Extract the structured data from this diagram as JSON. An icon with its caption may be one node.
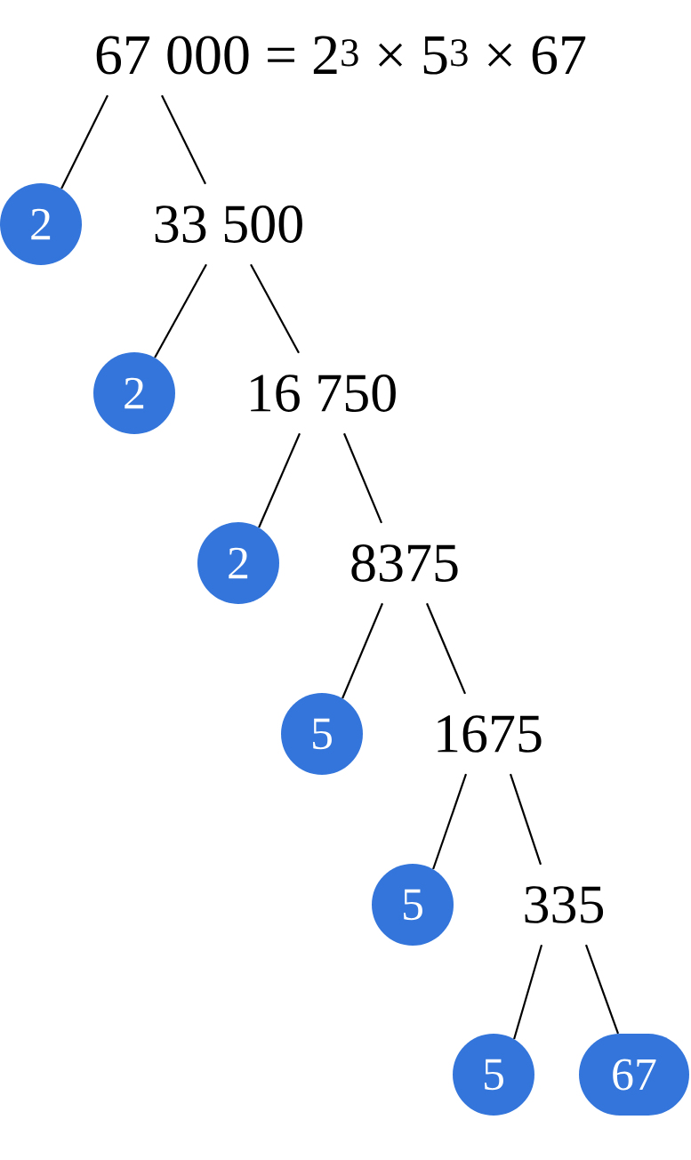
{
  "diagram": {
    "nodes": [
      {
        "text": [
          "67 000 = 2$^{3}$ × 5$^{3}$ × 67"
        ]
      },
      {
        "text": [
          "2"
        ]
      },
      {
        "text": [
          "33 500"
        ]
      },
      {
        "text": [
          "2"
        ]
      },
      {
        "text": [
          "16 750"
        ]
      },
      {
        "text": [
          "2"
        ]
      },
      {
        "text": [
          "8375"
        ]
      },
      {
        "text": [
          "5"
        ]
      },
      {
        "text": [
          "1675"
        ]
      },
      {
        "text": [
          "5"
        ]
      },
      {
        "text": [
          "335"
        ]
      },
      {
        "text": [
          "5"
        ]
      },
      {
        "text": [
          "67"
        ]
      }
    ],
    "edges": [
      {
        "from": 0,
        "to": 1,
        "arrow": "none"
      },
      {
        "from": 0,
        "to": 2,
        "arrow": "none"
      },
      {
        "from": 2,
        "to": 3,
        "arrow": "none"
      },
      {
        "from": 2,
        "to": 4,
        "arrow": "none"
      },
      {
        "from": 4,
        "to": 5,
        "arrow": "none"
      },
      {
        "from": 4,
        "to": 6,
        "arrow": "none"
      },
      {
        "from": 6,
        "to": 7,
        "arrow": "none"
      },
      {
        "from": 6,
        "to": 8,
        "arrow": "none"
      },
      {
        "from": 8,
        "to": 9,
        "arrow": "none"
      },
      {
        "from": 8,
        "to": 10,
        "arrow": "none"
      },
      {
        "from": 10,
        "to": 11,
        "arrow": "none"
      },
      {
        "from": 10,
        "to": 12,
        "arrow": "none"
      }
    ]
  }
}
